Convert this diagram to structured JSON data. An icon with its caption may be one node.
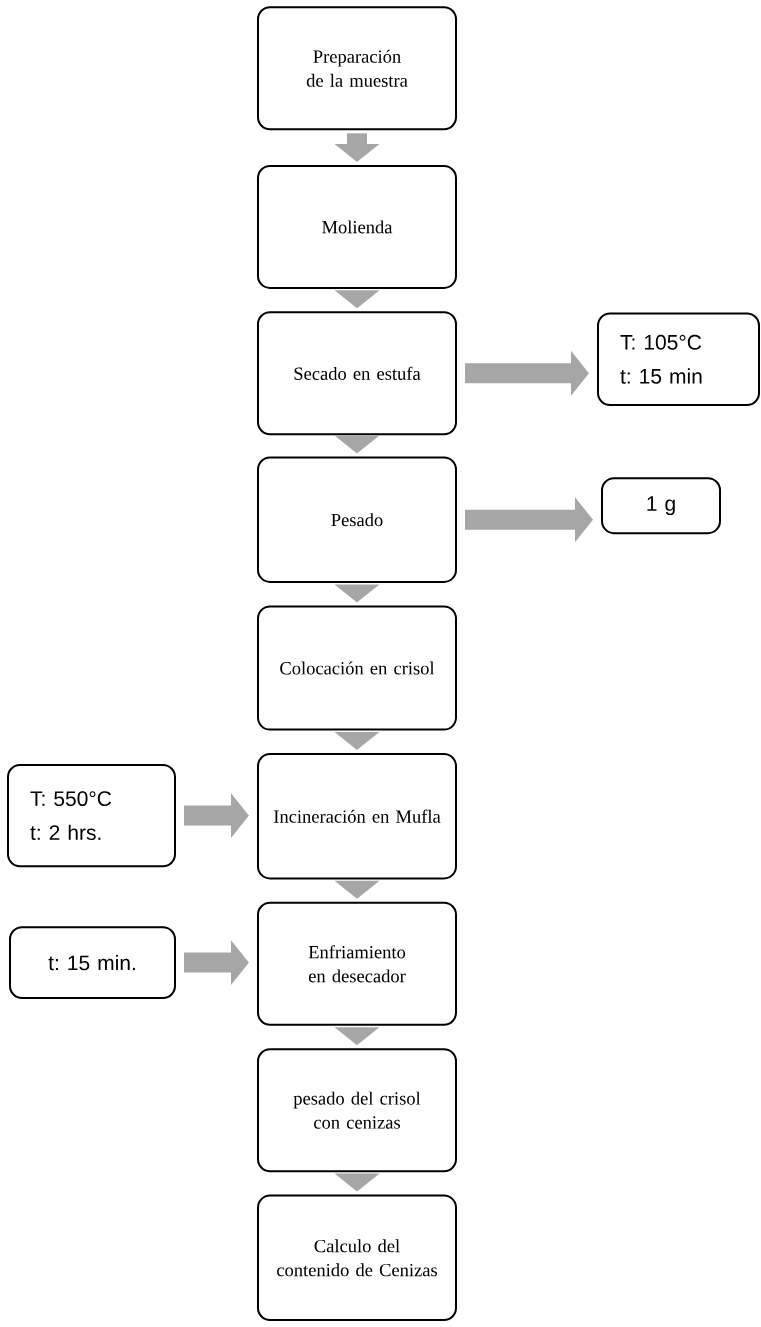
{
  "diagram": {
    "nodes": [
      {
        "text": [
          "Preparación de la muestra"
        ]
      },
      {
        "text": [
          "Molienda"
        ]
      },
      {
        "text": [
          "Secado en estufa"
        ]
      },
      {
        "text": [
          "Pesado"
        ]
      },
      {
        "text": [
          "Colocación en crisol"
        ]
      },
      {
        "text": [
          "Incineración en Mufla"
        ]
      },
      {
        "text": [
          "Enfriamiento en desecador"
        ]
      },
      {
        "text": [
          "pesado del crisol con cenizas"
        ]
      },
      {
        "text": [
          "Calculo del contenido de Cenizas"
        ]
      },
      {
        "text": [
          "T: 105°C",
          "t: 15 min"
        ]
      },
      {
        "text": [
          "1 g"
        ]
      },
      {
        "text": [
          "T: 550°C",
          "t: 2 hrs."
        ]
      },
      {
        "text": [
          "t: 15 min."
        ]
      }
    ],
    "edges": [
      {
        "from": 0,
        "to": 1,
        "arrow": "to"
      },
      {
        "from": 1,
        "to": 2,
        "arrow": "to"
      },
      {
        "from": 2,
        "to": 3,
        "arrow": "to"
      },
      {
        "from": 3,
        "to": 4,
        "arrow": "to"
      },
      {
        "from": 4,
        "to": 5,
        "arrow": "to"
      },
      {
        "from": 5,
        "to": 6,
        "arrow": "to"
      },
      {
        "from": 6,
        "to": 7,
        "arrow": "to"
      },
      {
        "from": 7,
        "to": 8,
        "arrow": "to"
      },
      {
        "from": 2,
        "to": 9,
        "arrow": "to"
      },
      {
        "from": 3,
        "to": 10,
        "arrow": "to"
      },
      {
        "from": 11,
        "to": 5,
        "arrow": "to"
      },
      {
        "from": 12,
        "to": 6,
        "arrow": "to"
      }
    ]
  }
}
